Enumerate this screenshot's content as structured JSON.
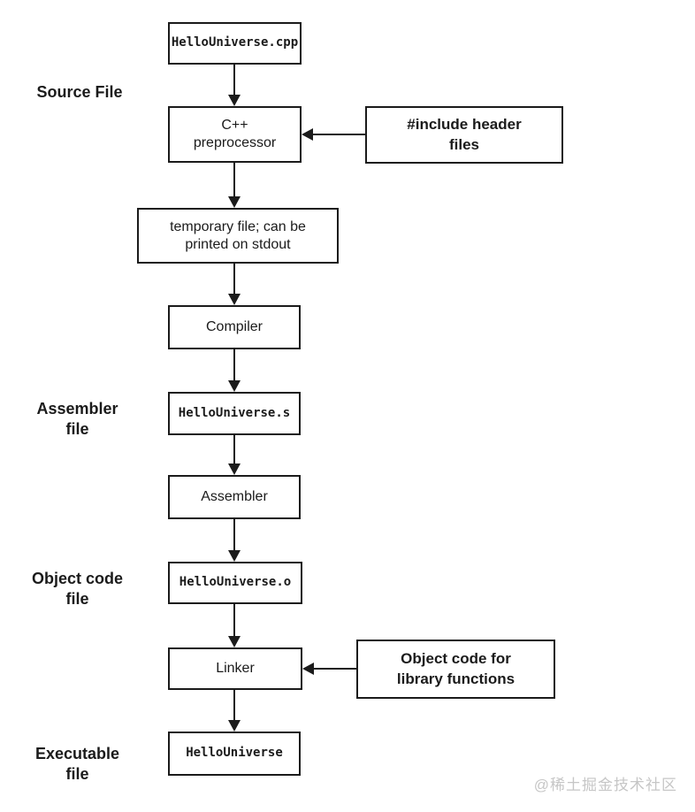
{
  "diagram": {
    "nodes": {
      "source_file_box": "HelloUniverse.cpp",
      "preprocessor": "C++\npreprocessor",
      "include_header": "#include header\nfiles",
      "temp_file": "temporary file; can be\nprinted on stdout",
      "compiler": "Compiler",
      "assembler_file_box": "HelloUniverse.s",
      "assembler": "Assembler",
      "object_file_box": "HelloUniverse.o",
      "linker": "Linker",
      "library_object": "Object code for\nlibrary functions",
      "executable_box": "HelloUniverse"
    },
    "labels": {
      "source": "Source File",
      "assembler": "Assembler\nfile",
      "object": "Object code\nfile",
      "executable": "Executable\nfile"
    },
    "watermark": "@稀土掘金技术社区",
    "colors": {
      "line": "#1b1b1b",
      "background": "#ffffff",
      "watermark": "#c6c6c6"
    }
  }
}
